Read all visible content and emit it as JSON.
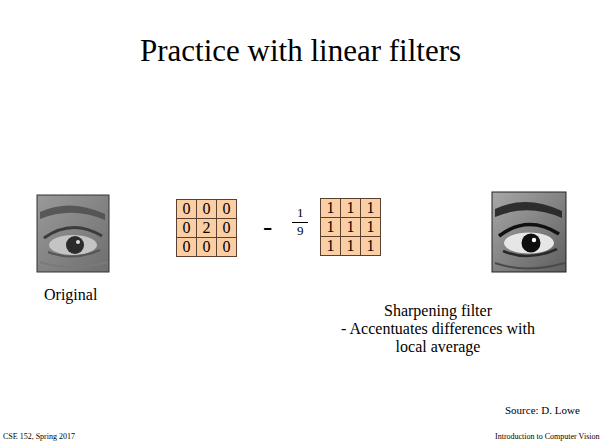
{
  "diagram": {
    "title": "Practice with linear filters",
    "labels": [
      "Original",
      "0",
      "0",
      "0",
      "0",
      "2",
      "0",
      "0",
      "0",
      "0",
      "-",
      "1",
      "9",
      "1",
      "1",
      "1",
      "1",
      "1",
      "1",
      "1",
      "1",
      "1",
      "Sharpening filter",
      "- Accentuates differences with local average",
      "Source: D. Lowe",
      "CSE 152, Spring 2017",
      "Introduction to Computer Vision"
    ]
  }
}
